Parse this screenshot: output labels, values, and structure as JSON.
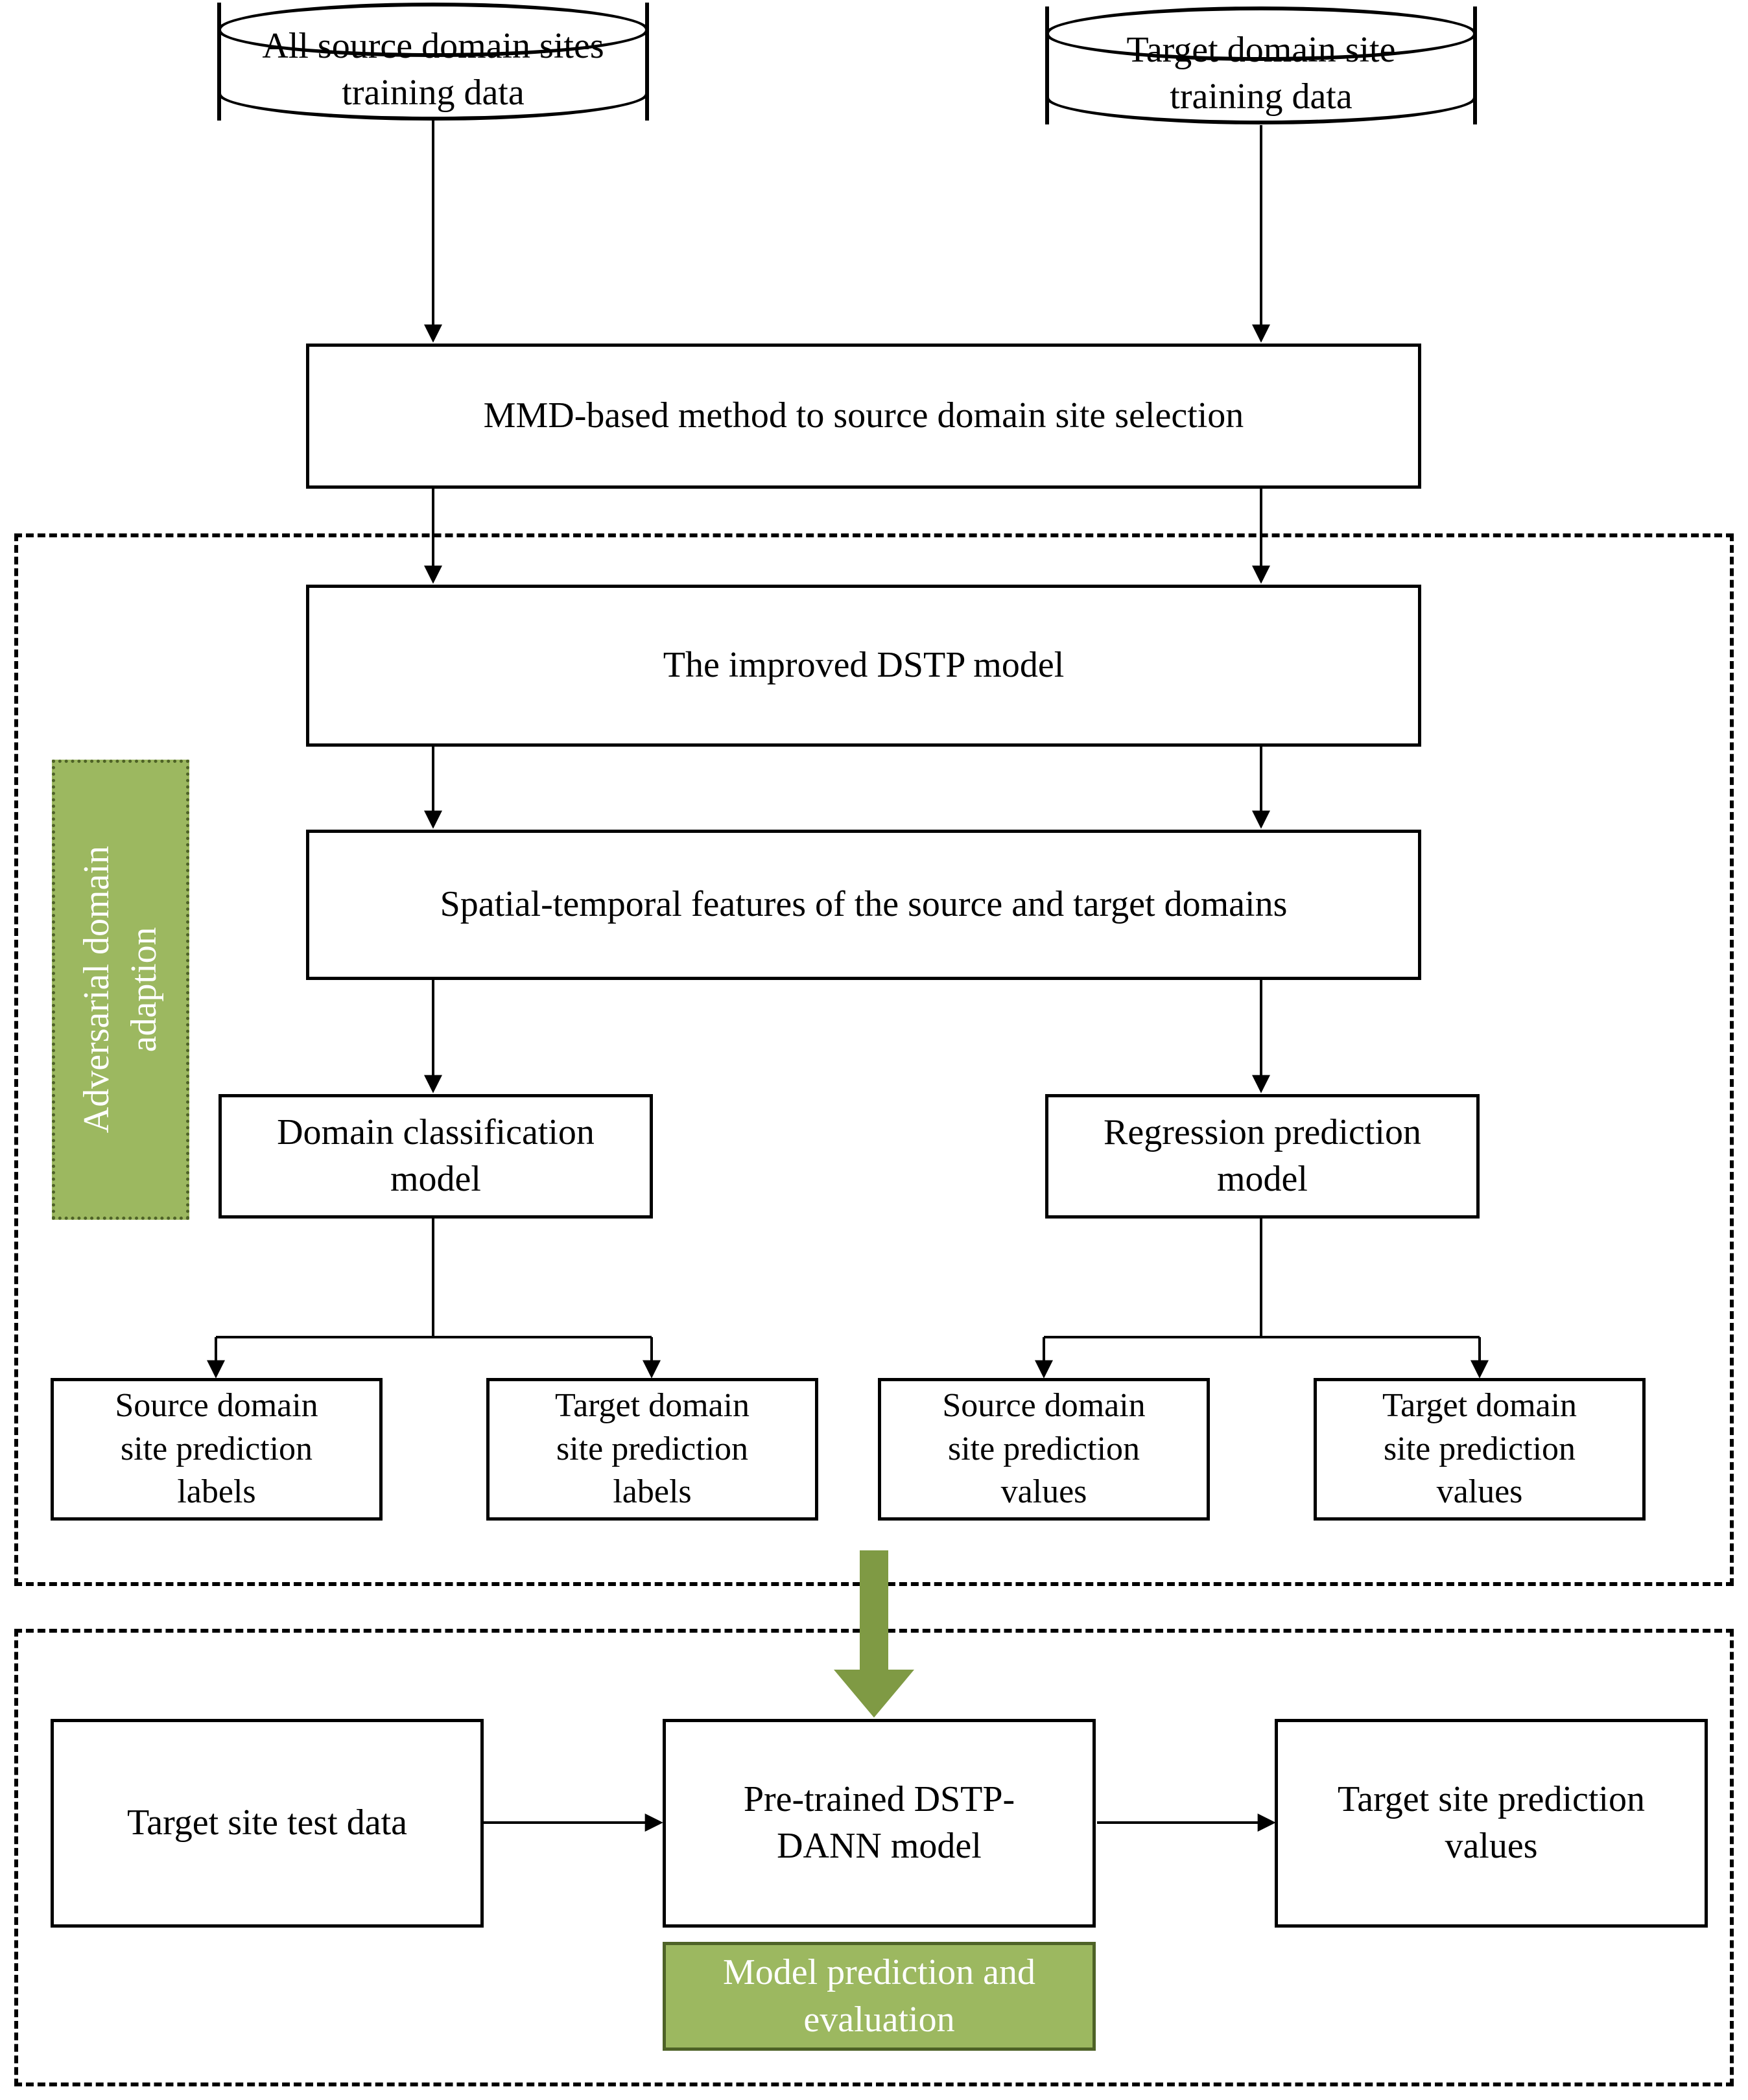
{
  "diagram": {
    "title": "DSTP-DANN transfer learning framework flowchart",
    "colors": {
      "green_fill": "#9cb860",
      "green_border": "#4e6227",
      "stroke": "#000000",
      "background": "#ffffff"
    },
    "data_sources": [
      {
        "id": "src-data",
        "label": "All source domain sites\ntraining data"
      },
      {
        "id": "tgt-data",
        "label": "Target domain site\ntraining data"
      }
    ],
    "process_nodes": [
      {
        "id": "mmd",
        "label": "MMD-based method to source domain site selection"
      },
      {
        "id": "dstp",
        "label": "The improved DSTP model"
      },
      {
        "id": "features",
        "label": "Spatial-temporal features of the source and target domains"
      },
      {
        "id": "domain-clf",
        "label": "Domain classification\nmodel"
      },
      {
        "id": "regression",
        "label": "Regression prediction\nmodel"
      }
    ],
    "output_nodes": [
      {
        "id": "src-labels",
        "label": "Source domain\nsite prediction\nlabels"
      },
      {
        "id": "tgt-labels",
        "label": "Target domain\nsite prediction\nlabels"
      },
      {
        "id": "src-values",
        "label": "Source domain\nsite prediction\nvalues"
      },
      {
        "id": "tgt-values",
        "label": "Target domain\nsite prediction\nvalues"
      }
    ],
    "bottom_nodes": [
      {
        "id": "test-data",
        "label": "Target site test data"
      },
      {
        "id": "pretrained",
        "label": "Pre-trained DSTP-\nDANN model"
      },
      {
        "id": "final-values",
        "label": "Target site prediction\nvalues"
      }
    ],
    "phase_labels": [
      {
        "id": "phase-adversarial",
        "label": "Adversarial domain\nadaption",
        "style": "vertical-green"
      },
      {
        "id": "phase-evaluation",
        "label": "Model prediction and\nevaluation",
        "style": "horizontal-green"
      }
    ],
    "groups": [
      {
        "id": "group-training",
        "label": ""
      },
      {
        "id": "group-inference",
        "label": ""
      }
    ]
  }
}
